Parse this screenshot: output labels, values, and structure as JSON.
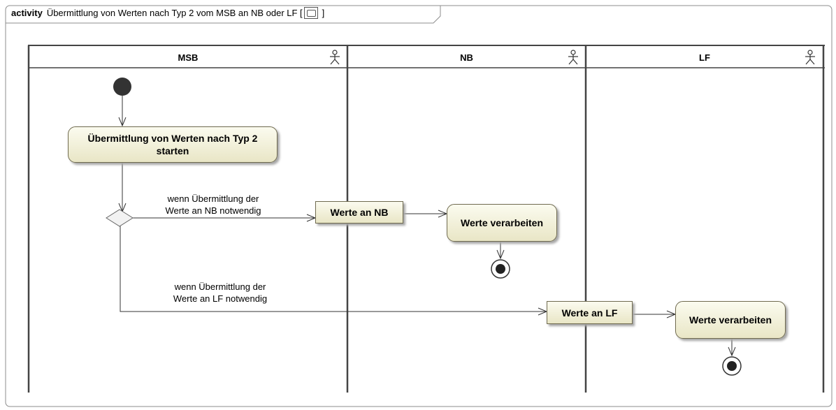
{
  "frame": {
    "keyword": "activity",
    "title": "Übermittlung von Werten nach Typ 2 vom MSB an NB oder LF [",
    "close_bracket": "]"
  },
  "lanes": [
    {
      "name": "MSB",
      "icon": "actor-icon"
    },
    {
      "name": "NB",
      "icon": "actor-icon"
    },
    {
      "name": "LF",
      "icon": "actor-icon"
    }
  ],
  "actions": {
    "start_transfer": "Übermittlung von Werten nach Typ 2 starten",
    "process_nb": "Werte verarbeiten",
    "process_lf": "Werte verarbeiten"
  },
  "objects": {
    "values_nb": "Werte an NB",
    "values_lf": "Werte an LF"
  },
  "guards": {
    "to_nb": "wenn Übermittlung der\nWerte an NB notwendig",
    "to_lf": "wenn Übermittlung der\nWerte an LF notwendig"
  },
  "nodes": [
    "initial-node",
    "decision-node",
    "final-node-nb",
    "final-node-lf"
  ],
  "colors": {
    "action_fill_top": "#fbfbef",
    "action_fill_bottom": "#e9e6c6",
    "border": "#6f6a4f",
    "initial_node": "#333333"
  }
}
